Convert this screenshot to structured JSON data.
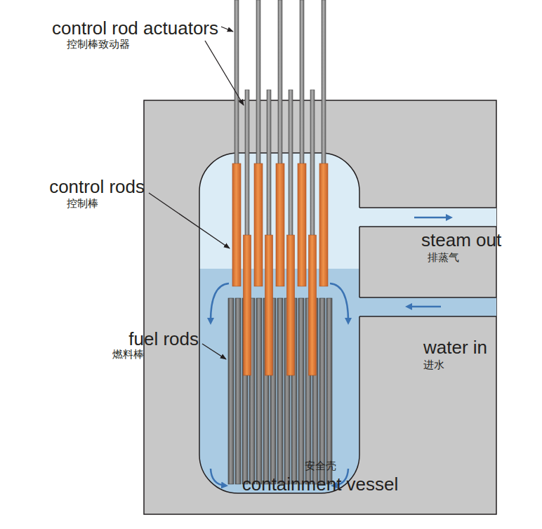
{
  "diagram": {
    "nodes": [
      {
        "text": [
          "安全壳",
          "containment vessel"
        ]
      }
    ],
    "labels": [
      "control rod actuators",
      "控制棒致动器",
      "control rods",
      "控制棒",
      "fuel rods",
      "燃料棒",
      "steam out",
      "排蒸气",
      "water in",
      "进水"
    ]
  }
}
